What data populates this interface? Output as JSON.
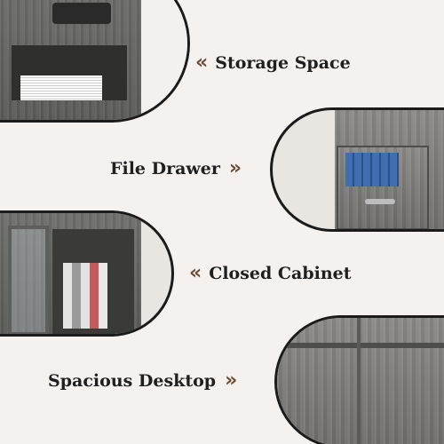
{
  "features": [
    {
      "label": "Storage Space",
      "icon": "double-chevron-left-icon"
    },
    {
      "label": "File Drawer",
      "icon": "double-chevron-right-icon"
    },
    {
      "label": "Closed Cabinet",
      "icon": "double-chevron-left-icon"
    },
    {
      "label": "Spacious Desktop",
      "icon": "double-chevron-right-icon"
    }
  ],
  "chevrons": {
    "left": "«",
    "right": "»"
  },
  "colors": {
    "accent": "#6b4e3a",
    "text": "#1f1f1f",
    "background": "#f4f1ee",
    "wood": "#6a6a68"
  }
}
